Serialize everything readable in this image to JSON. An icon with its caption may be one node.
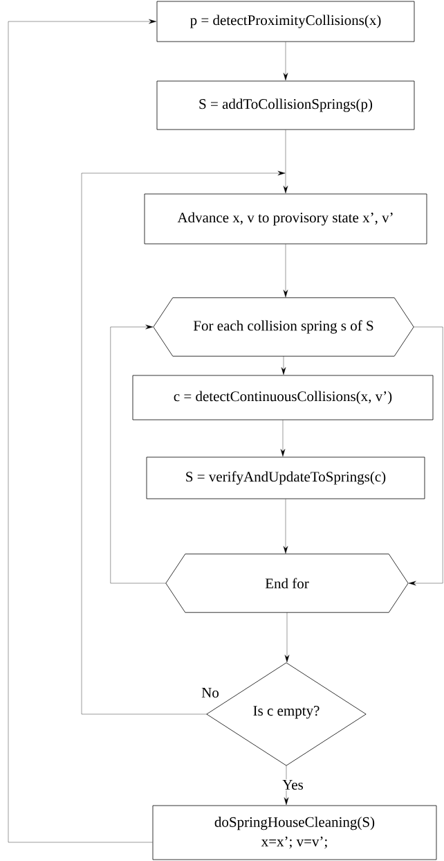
{
  "diagram": {
    "nodes": [
      {
        "text": [
          "p = detectProximityCollisions(x)"
        ]
      },
      {
        "text": [
          "S = addToCollisionSprings(p)"
        ]
      },
      {
        "text": [
          "Advance x, v to provisory state x’, v’"
        ]
      },
      {
        "text": [
          "For each collision spring s of S"
        ]
      },
      {
        "text": [
          "c = detectContinuousCollisions(x, v’)"
        ]
      },
      {
        "text": [
          "S = verifyAndUpdateToSprings(c)"
        ]
      },
      {
        "text": [
          "End for"
        ]
      },
      {
        "text": [
          "Is c empty?"
        ]
      },
      {
        "text": [
          "doSpringHouseCleaning(S)",
          "x=x’; v=v’;"
        ]
      }
    ],
    "edges": [
      {
        "from": 0,
        "to": 1,
        "arrow": "to"
      },
      {
        "from": 1,
        "to": 2,
        "arrow": "to"
      },
      {
        "from": 2,
        "to": 3,
        "arrow": "to"
      },
      {
        "from": 3,
        "to": 4,
        "arrow": "to"
      },
      {
        "from": 4,
        "to": 5,
        "arrow": "to"
      },
      {
        "from": 5,
        "to": 6,
        "arrow": "to"
      },
      {
        "from": 6,
        "to": 7,
        "arrow": "to"
      },
      {
        "from": 7,
        "to": 8,
        "arrow": "to",
        "label": "Yes"
      },
      {
        "from": 8,
        "to": 0,
        "arrow": "to"
      },
      {
        "from": 7,
        "to": 2,
        "arrow": "to",
        "label": "No"
      },
      {
        "from": 6,
        "to": 3,
        "arrow": "to"
      },
      {
        "from": 3,
        "to": 6,
        "arrow": "to"
      }
    ]
  }
}
